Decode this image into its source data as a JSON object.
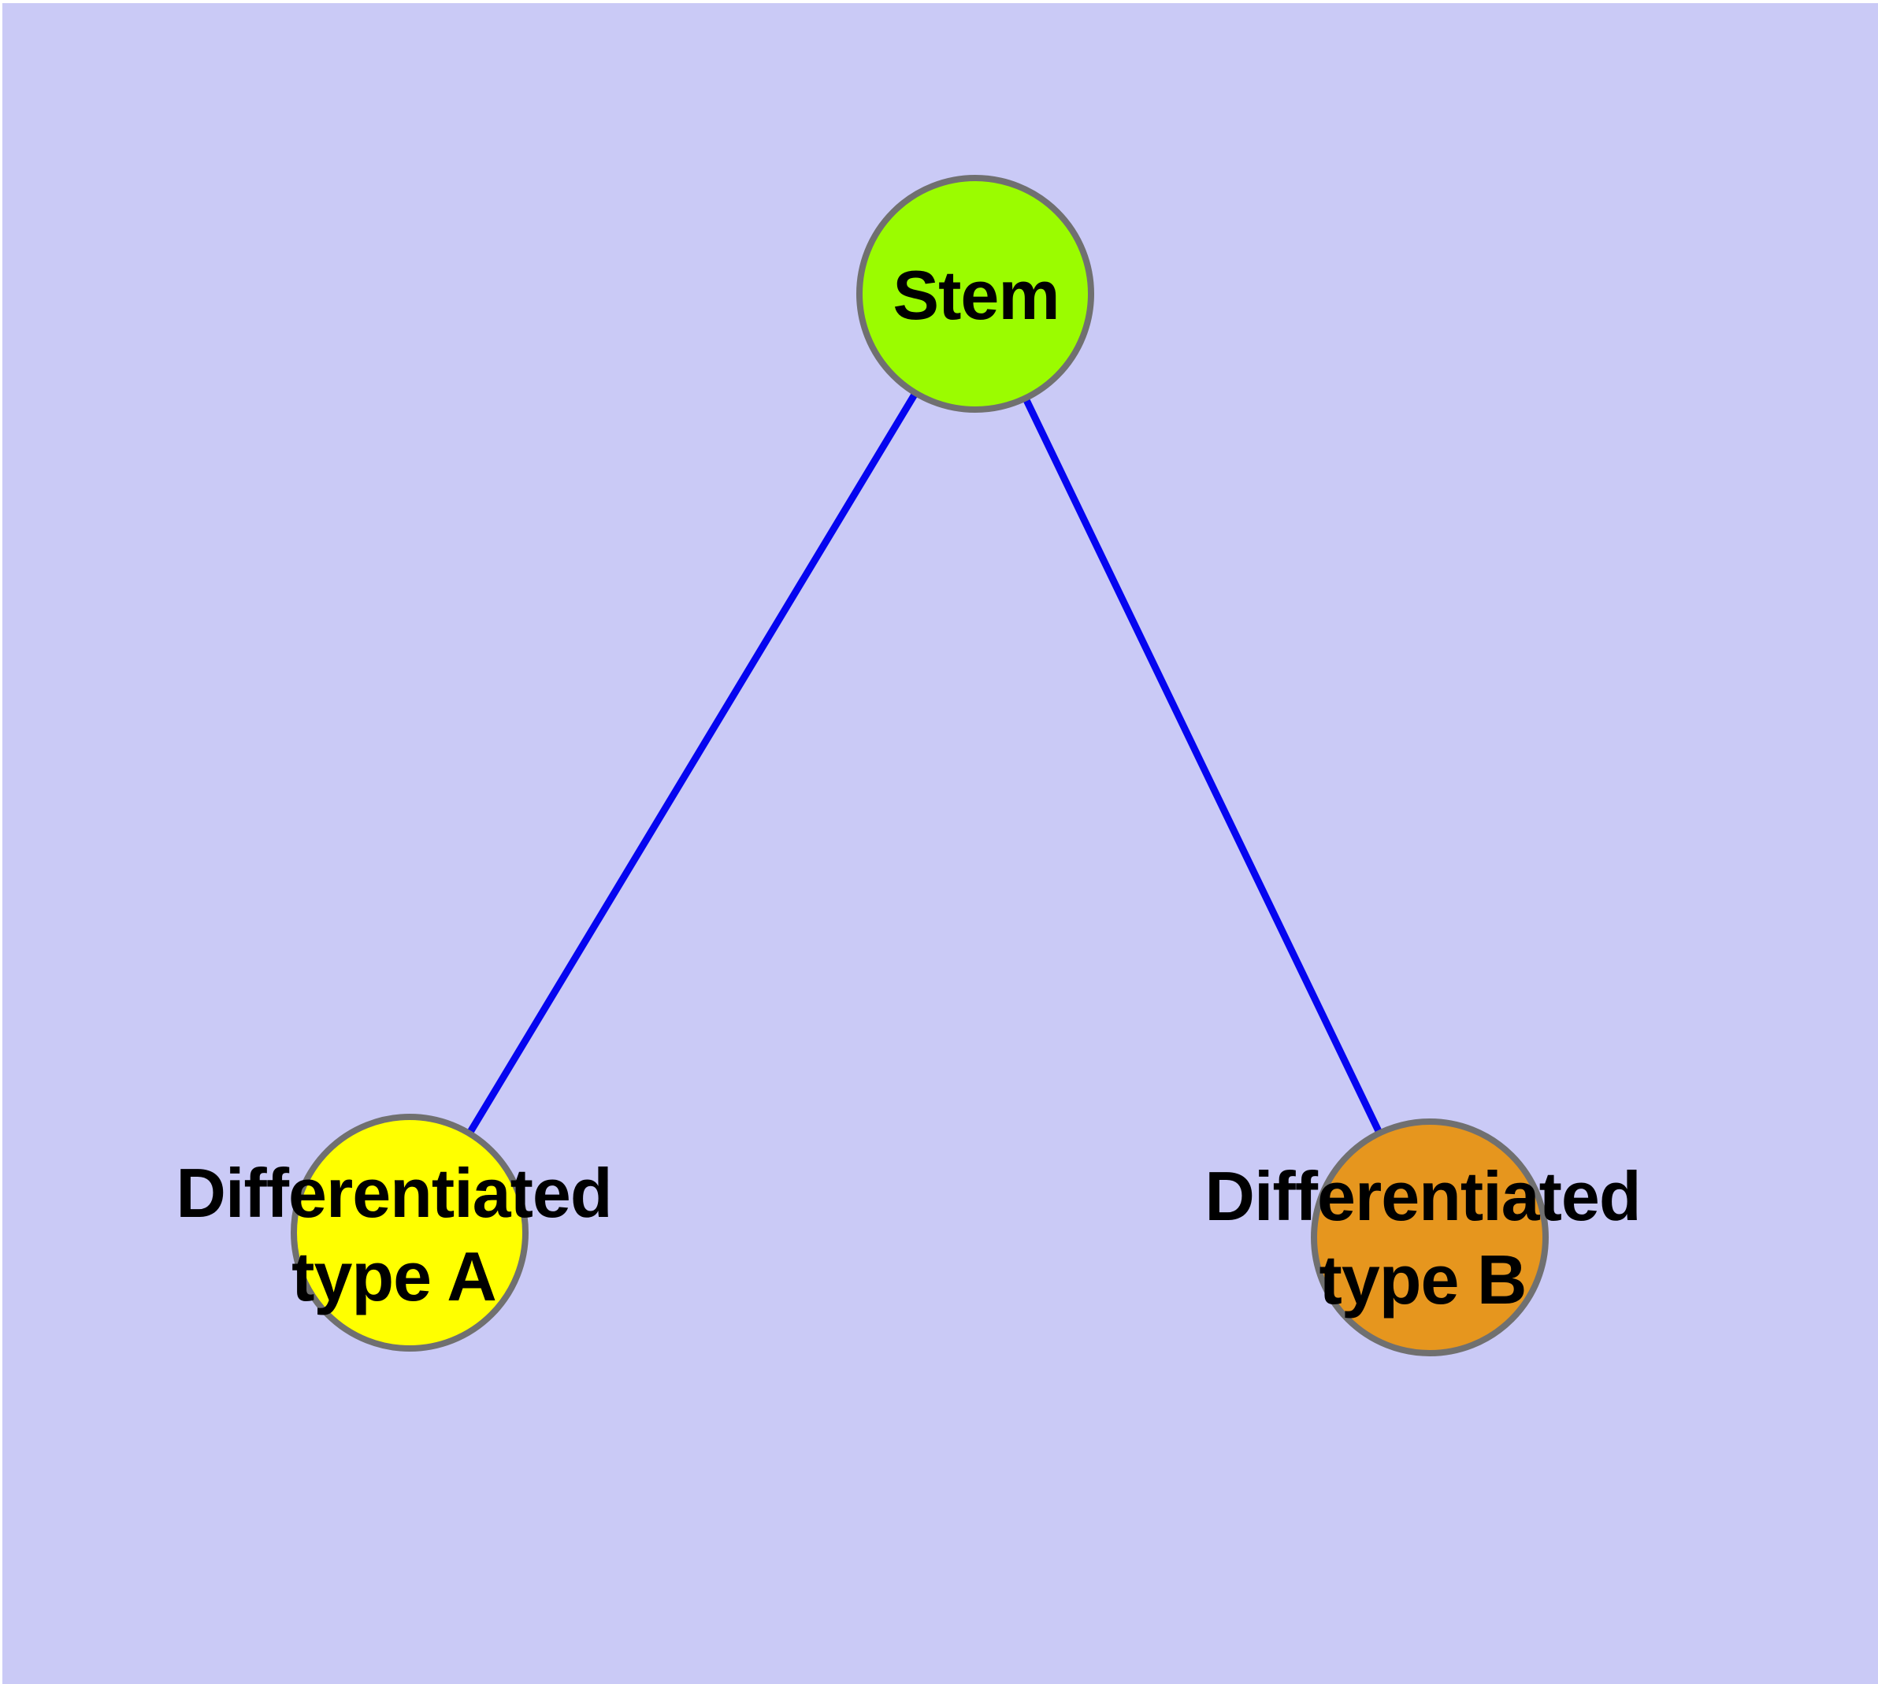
{
  "figure": {
    "type": "node-link-diagram",
    "background_color": "#CACAF6",
    "margin_color": "#FFFFFF",
    "edge_color": "#0505F0",
    "node_border_color": "#707070",
    "label_color": "#000000"
  },
  "nodes": [
    {
      "id": "stem",
      "label": "Stem",
      "label_lines": [
        "Stem"
      ],
      "fill": "#9BFC00"
    },
    {
      "id": "differentiated-type-a",
      "label": "Differentiated type A",
      "label_lines": [
        "Differentiated",
        "type A"
      ],
      "fill": "#FFFF00"
    },
    {
      "id": "differentiated-type-b",
      "label": "Differentiated type B",
      "label_lines": [
        "Differentiated",
        "type B"
      ],
      "fill": "#E6961E"
    }
  ],
  "edges": [
    {
      "from": "Stem",
      "to": "Differentiated type A"
    },
    {
      "from": "Stem",
      "to": "Differentiated type B"
    }
  ]
}
